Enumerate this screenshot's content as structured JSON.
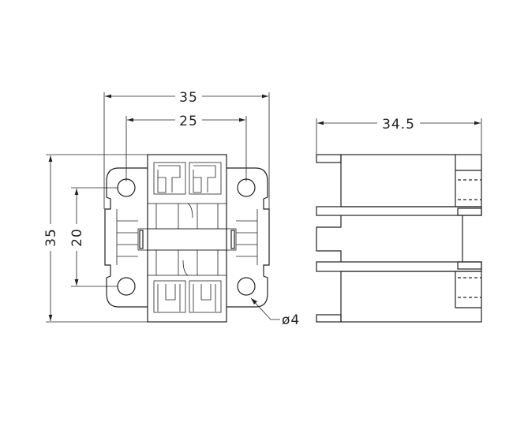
{
  "dimensions": {
    "front_width": "35",
    "hole_spacing_horizontal": "25",
    "side_width": "34.5",
    "front_height": "35",
    "hole_spacing_vertical": "20",
    "hole_diameter": "ø4"
  }
}
